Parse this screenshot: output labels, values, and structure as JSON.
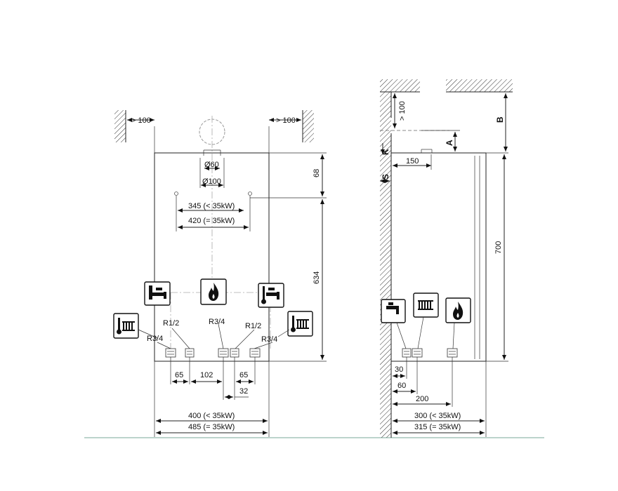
{
  "front_view": {
    "clearance_left": "> 100",
    "clearance_right": "> 100",
    "flue_inner": "Ø60",
    "flue_outer": "Ø100",
    "dim_top": "68",
    "dim_height": "634",
    "bracket_small": "345 (< 35kW)",
    "bracket_large": "420 (= 35kW)",
    "thread_left_outer": "R3/4",
    "thread_left_inner": "R1/2",
    "thread_gas": "R3/4",
    "thread_right_inner": "R1/2",
    "thread_right_outer": "R3/4",
    "spacing_1": "65",
    "spacing_2": "102",
    "spacing_3": "65",
    "spacing_4": "32",
    "width_small": "400 (< 35kW)",
    "width_large": "485 (= 35kW)"
  },
  "side_view": {
    "clearance_top": "> 100",
    "label_b": "B",
    "label_a": "A",
    "label_k": "K",
    "label_s": "S",
    "dim_150": "150",
    "dim_height": "700",
    "dim_30": "30",
    "dim_60": "60",
    "dim_200": "200",
    "depth_small": "300 (< 35kW)",
    "depth_large": "315 (= 35kW)"
  },
  "icons": {
    "tap": "tap-icon",
    "flame": "flame-icon",
    "radiator": "radiator-icon",
    "thermometer_tap": "tap-thermometer-icon",
    "thermometer_radiator": "radiator-thermometer-icon"
  }
}
